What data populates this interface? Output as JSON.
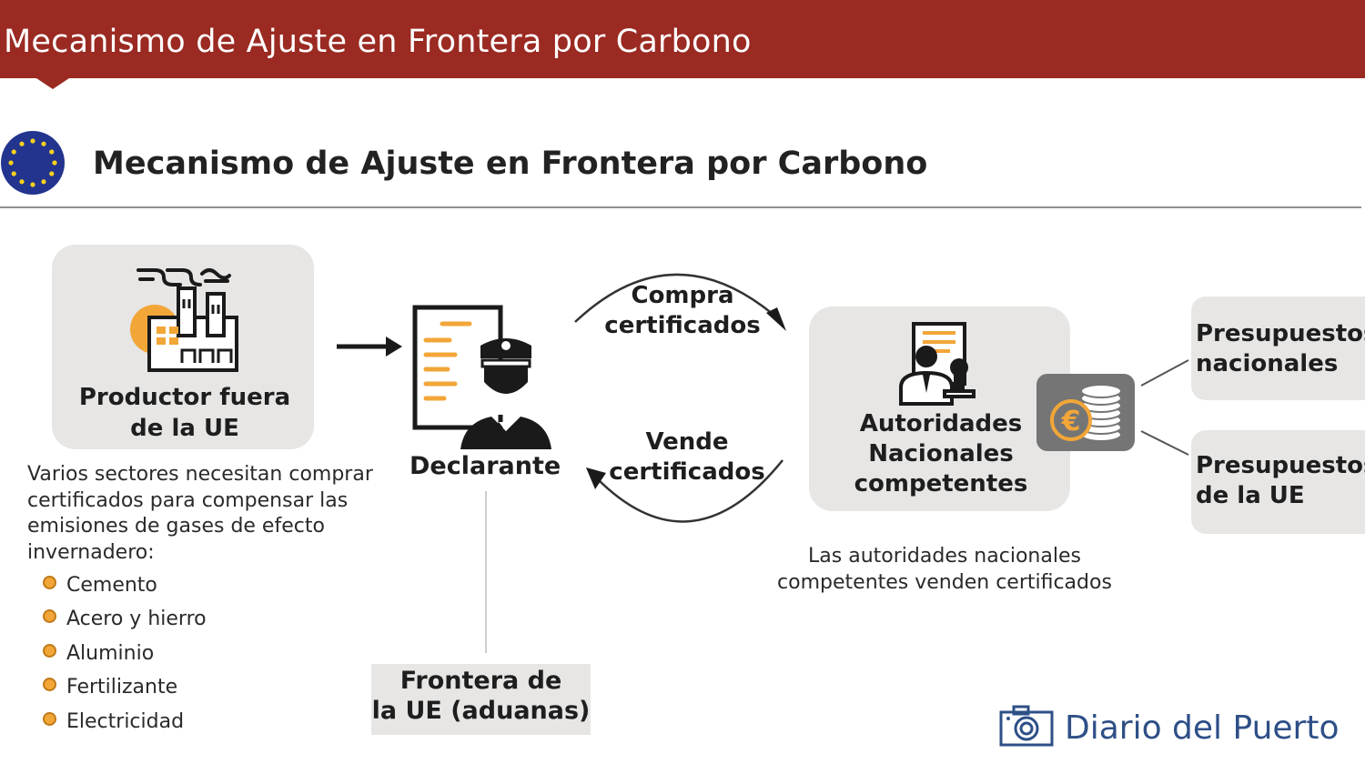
{
  "header": {
    "title": "Mecanismo de Ajuste en Frontera por Carbono"
  },
  "figure": {
    "title": "Mecanismo de Ajuste en Frontera por Carbono"
  },
  "producer": {
    "label_line1": "Productor fuera",
    "label_line2": "de la UE",
    "description": "Varios sectores necesitan comprar certificados para compensar las emisiones de gases de efecto invernadero:",
    "sectors": [
      "Cemento",
      "Acero y hierro",
      "Aluminio",
      "Fertilizante",
      "Electricidad"
    ]
  },
  "declarante": {
    "label": "Declarante"
  },
  "frontera": {
    "label_line1": "Frontera de",
    "label_line2": "la UE (aduanas)"
  },
  "flows": {
    "compra_line1": "Compra",
    "compra_line2": "certificados",
    "vende_line1": "Vende",
    "vende_line2": "certificados"
  },
  "autoridades": {
    "label_line1": "Autoridades",
    "label_line2": "Nacionales",
    "label_line3": "competentes",
    "description_line1": "Las autoridades nacionales",
    "description_line2": "competentes venden certificados"
  },
  "budgets": [
    {
      "line1": "Presupuestos",
      "line2": "nacionales"
    },
    {
      "line1": "Presupuestos",
      "line2": "de la UE"
    }
  ],
  "watermark": {
    "text": "Diario del Puerto"
  },
  "colors": {
    "header_bg": "#9a2a22",
    "accent_orange": "#f2a638",
    "card_bg": "#e7e6e5",
    "eu_blue": "#23348f",
    "watermark_blue": "#2e4f87"
  },
  "icons": [
    "eu-flag-icon",
    "factory-icon",
    "declarant-document-icon",
    "authority-stamp-icon",
    "euro-coins-icon",
    "camera-icon"
  ]
}
